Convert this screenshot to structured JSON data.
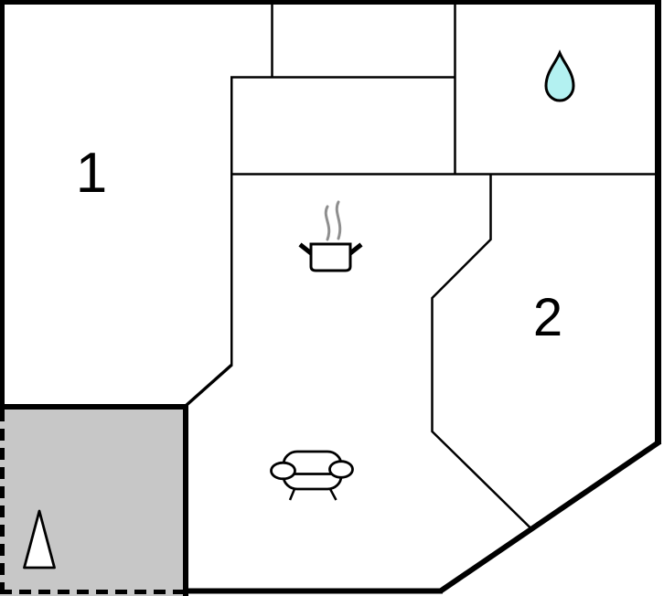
{
  "floorplan": {
    "type": "floor-plan",
    "rooms": [
      {
        "label": "1"
      },
      {
        "label": "2"
      }
    ],
    "icons": {
      "water_drop": "water-drop-icon",
      "cooking_pot": "cooking-pot-icon",
      "sofa": "sofa-icon",
      "tree": "tree-icon"
    },
    "colors": {
      "wall": "#000000",
      "background": "#ffffff",
      "terrace_fill": "#c7c7c7",
      "water_drop_fill": "#b3f1f1",
      "steam": "#8f8f8f",
      "icon_fill": "#ffffff"
    }
  }
}
